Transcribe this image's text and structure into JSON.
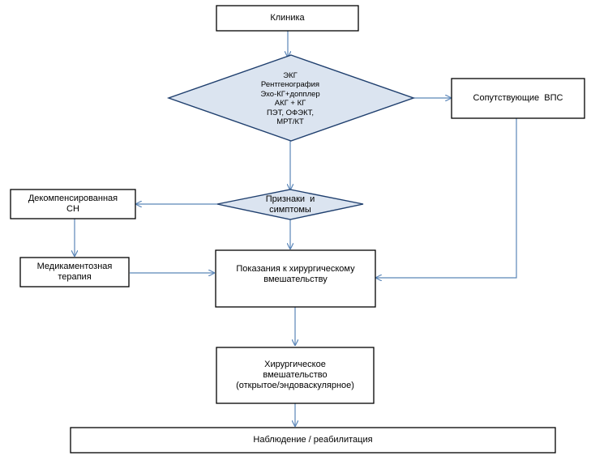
{
  "nodes": {
    "clinic": [
      "Клиника"
    ],
    "diagnostics": [
      "ЭКГ",
      "Рентгенография",
      "Эхо-КГ+допплер",
      "АКГ + КГ",
      "ПЭТ, ОФЭКТ,",
      "МРТ/КТ"
    ],
    "associated_chd": [
      "Сопутствующие  ВПС"
    ],
    "signs_symptoms": [
      "Признаки  и",
      "симптомы"
    ],
    "decompensated_hf": [
      "Декомпенсированная",
      "СН"
    ],
    "drug_therapy": [
      "Медикаментозная",
      "терапия"
    ],
    "surgery_indications": [
      "Показания к хирургическому",
      "вмешательству"
    ],
    "surgery": [
      "Хирургическое",
      "вмешательство",
      "(открытое/эндоваскулярное)"
    ],
    "follow_up": [
      "Наблюдение / реабилитация"
    ]
  },
  "colors": {
    "box_border": "#000000",
    "diamond_fill": "#dbe4f0",
    "diamond_border": "#1f3f6e",
    "arrow": "#5b86b8"
  }
}
